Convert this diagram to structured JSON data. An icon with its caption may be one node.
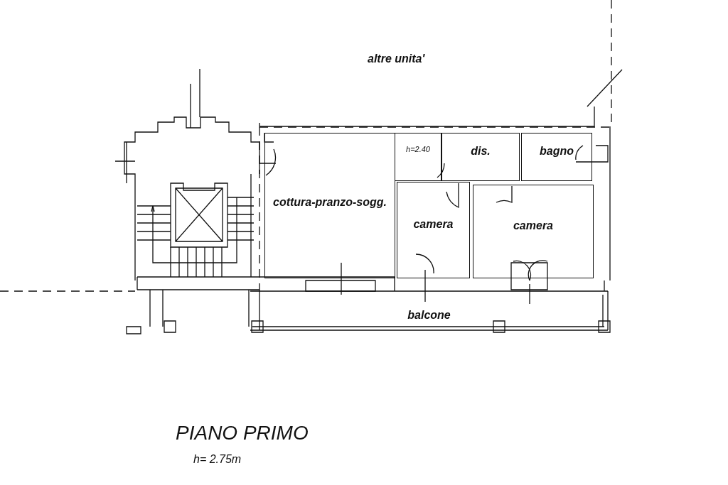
{
  "diagram": {
    "title": "PIANO PRIMO",
    "caption": "h= 2.75m",
    "nodes": [
      {
        "text": [
          "cottura-pranzo-sogg."
        ]
      },
      {
        "text": [
          "h=2.40"
        ]
      },
      {
        "text": [
          "dis."
        ]
      },
      {
        "text": [
          "bagno"
        ]
      },
      {
        "text": [
          "camera"
        ]
      },
      {
        "text": [
          "camera"
        ]
      },
      {
        "text": [
          "balcone"
        ]
      }
    ],
    "labels": [
      "altre unita'"
    ]
  }
}
